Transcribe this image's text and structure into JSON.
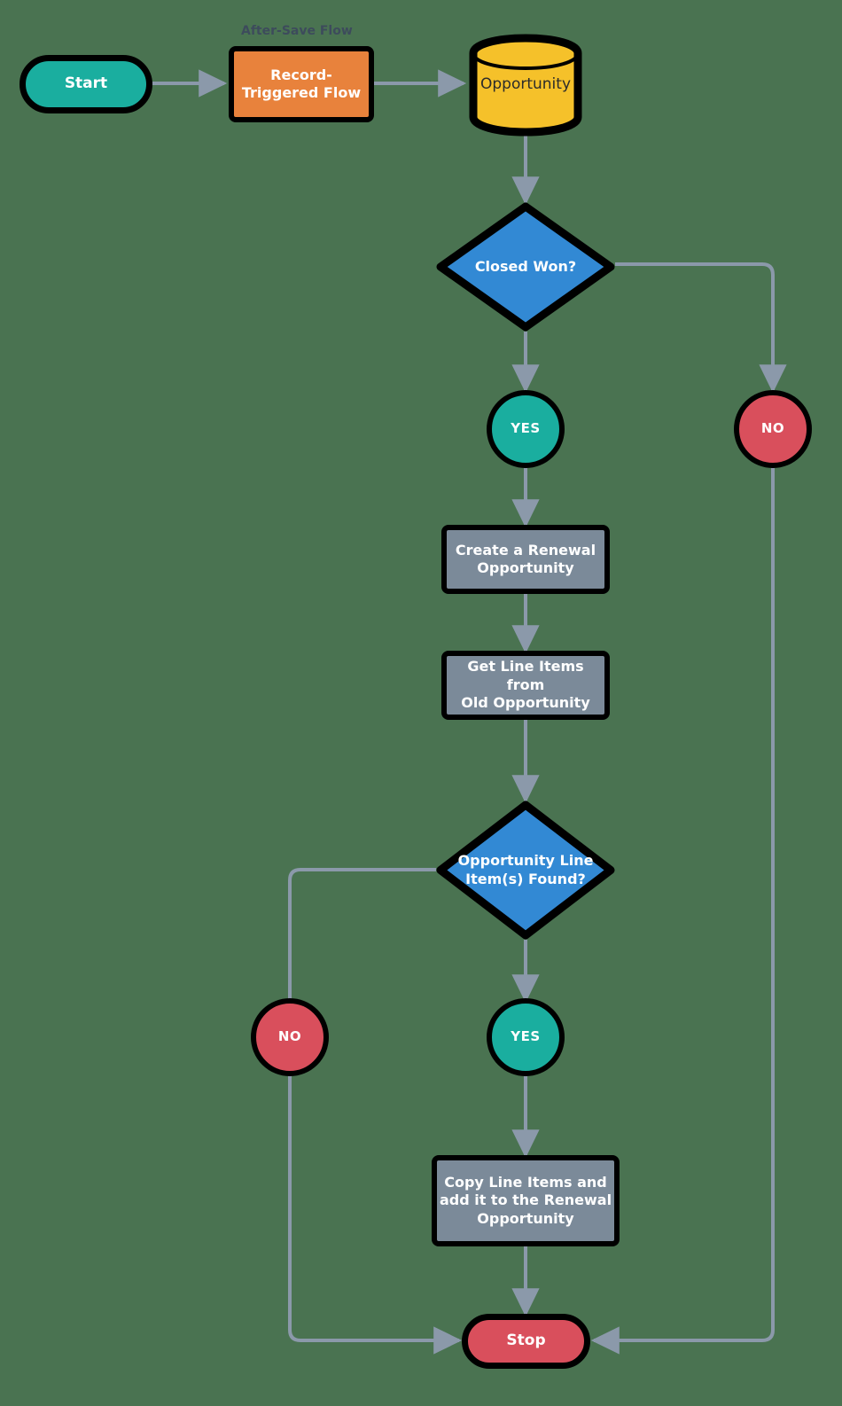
{
  "diagram": {
    "title_caption": "After-Save Flow",
    "background_color": "#4a7351",
    "connector_color": "#8b99aa",
    "type": "flowchart",
    "nodes": {
      "start": {
        "label": "Start",
        "shape": "pill",
        "color": "#1aae9f"
      },
      "record_triggered_flow": {
        "label": "Record-\nTriggered Flow",
        "shape": "rectangle",
        "color": "#e8823c"
      },
      "opportunity_object": {
        "label": "Opportunity",
        "shape": "cylinder",
        "color": "#f5c12a"
      },
      "closed_won_decision": {
        "label": "Closed Won?",
        "shape": "diamond",
        "color": "#3289d4"
      },
      "closed_won_yes": {
        "label": "YES",
        "shape": "circle",
        "color": "#1aae9f"
      },
      "closed_won_no": {
        "label": "NO",
        "shape": "circle",
        "color": "#d94f5c"
      },
      "create_renewal": {
        "label": "Create a Renewal\nOpportunity",
        "shape": "rectangle",
        "color": "#7b8a99"
      },
      "get_line_items": {
        "label": "Get Line Items from\nOld Opportunity",
        "shape": "rectangle",
        "color": "#7b8a99"
      },
      "line_items_decision": {
        "label": "Opportunity\nLine Item(s)\nFound?",
        "shape": "diamond",
        "color": "#3289d4"
      },
      "line_items_no": {
        "label": "NO",
        "shape": "circle",
        "color": "#d94f5c"
      },
      "line_items_yes": {
        "label": "YES",
        "shape": "circle",
        "color": "#1aae9f"
      },
      "copy_line_items": {
        "label": "Copy Line Items and\nadd it to the Renewal\nOpportunity",
        "shape": "rectangle",
        "color": "#7b8a99"
      },
      "stop": {
        "label": "Stop",
        "shape": "pill",
        "color": "#d94f5c"
      }
    },
    "edges": [
      {
        "from": "start",
        "to": "record_triggered_flow"
      },
      {
        "from": "record_triggered_flow",
        "to": "opportunity_object"
      },
      {
        "from": "opportunity_object",
        "to": "closed_won_decision"
      },
      {
        "from": "closed_won_decision",
        "to": "closed_won_yes"
      },
      {
        "from": "closed_won_decision",
        "to": "closed_won_no"
      },
      {
        "from": "closed_won_yes",
        "to": "create_renewal"
      },
      {
        "from": "create_renewal",
        "to": "get_line_items"
      },
      {
        "from": "get_line_items",
        "to": "line_items_decision"
      },
      {
        "from": "line_items_decision",
        "to": "line_items_yes"
      },
      {
        "from": "line_items_decision",
        "to": "line_items_no"
      },
      {
        "from": "line_items_yes",
        "to": "copy_line_items"
      },
      {
        "from": "copy_line_items",
        "to": "stop"
      },
      {
        "from": "line_items_no",
        "to": "stop"
      },
      {
        "from": "closed_won_no",
        "to": "stop"
      }
    ]
  }
}
